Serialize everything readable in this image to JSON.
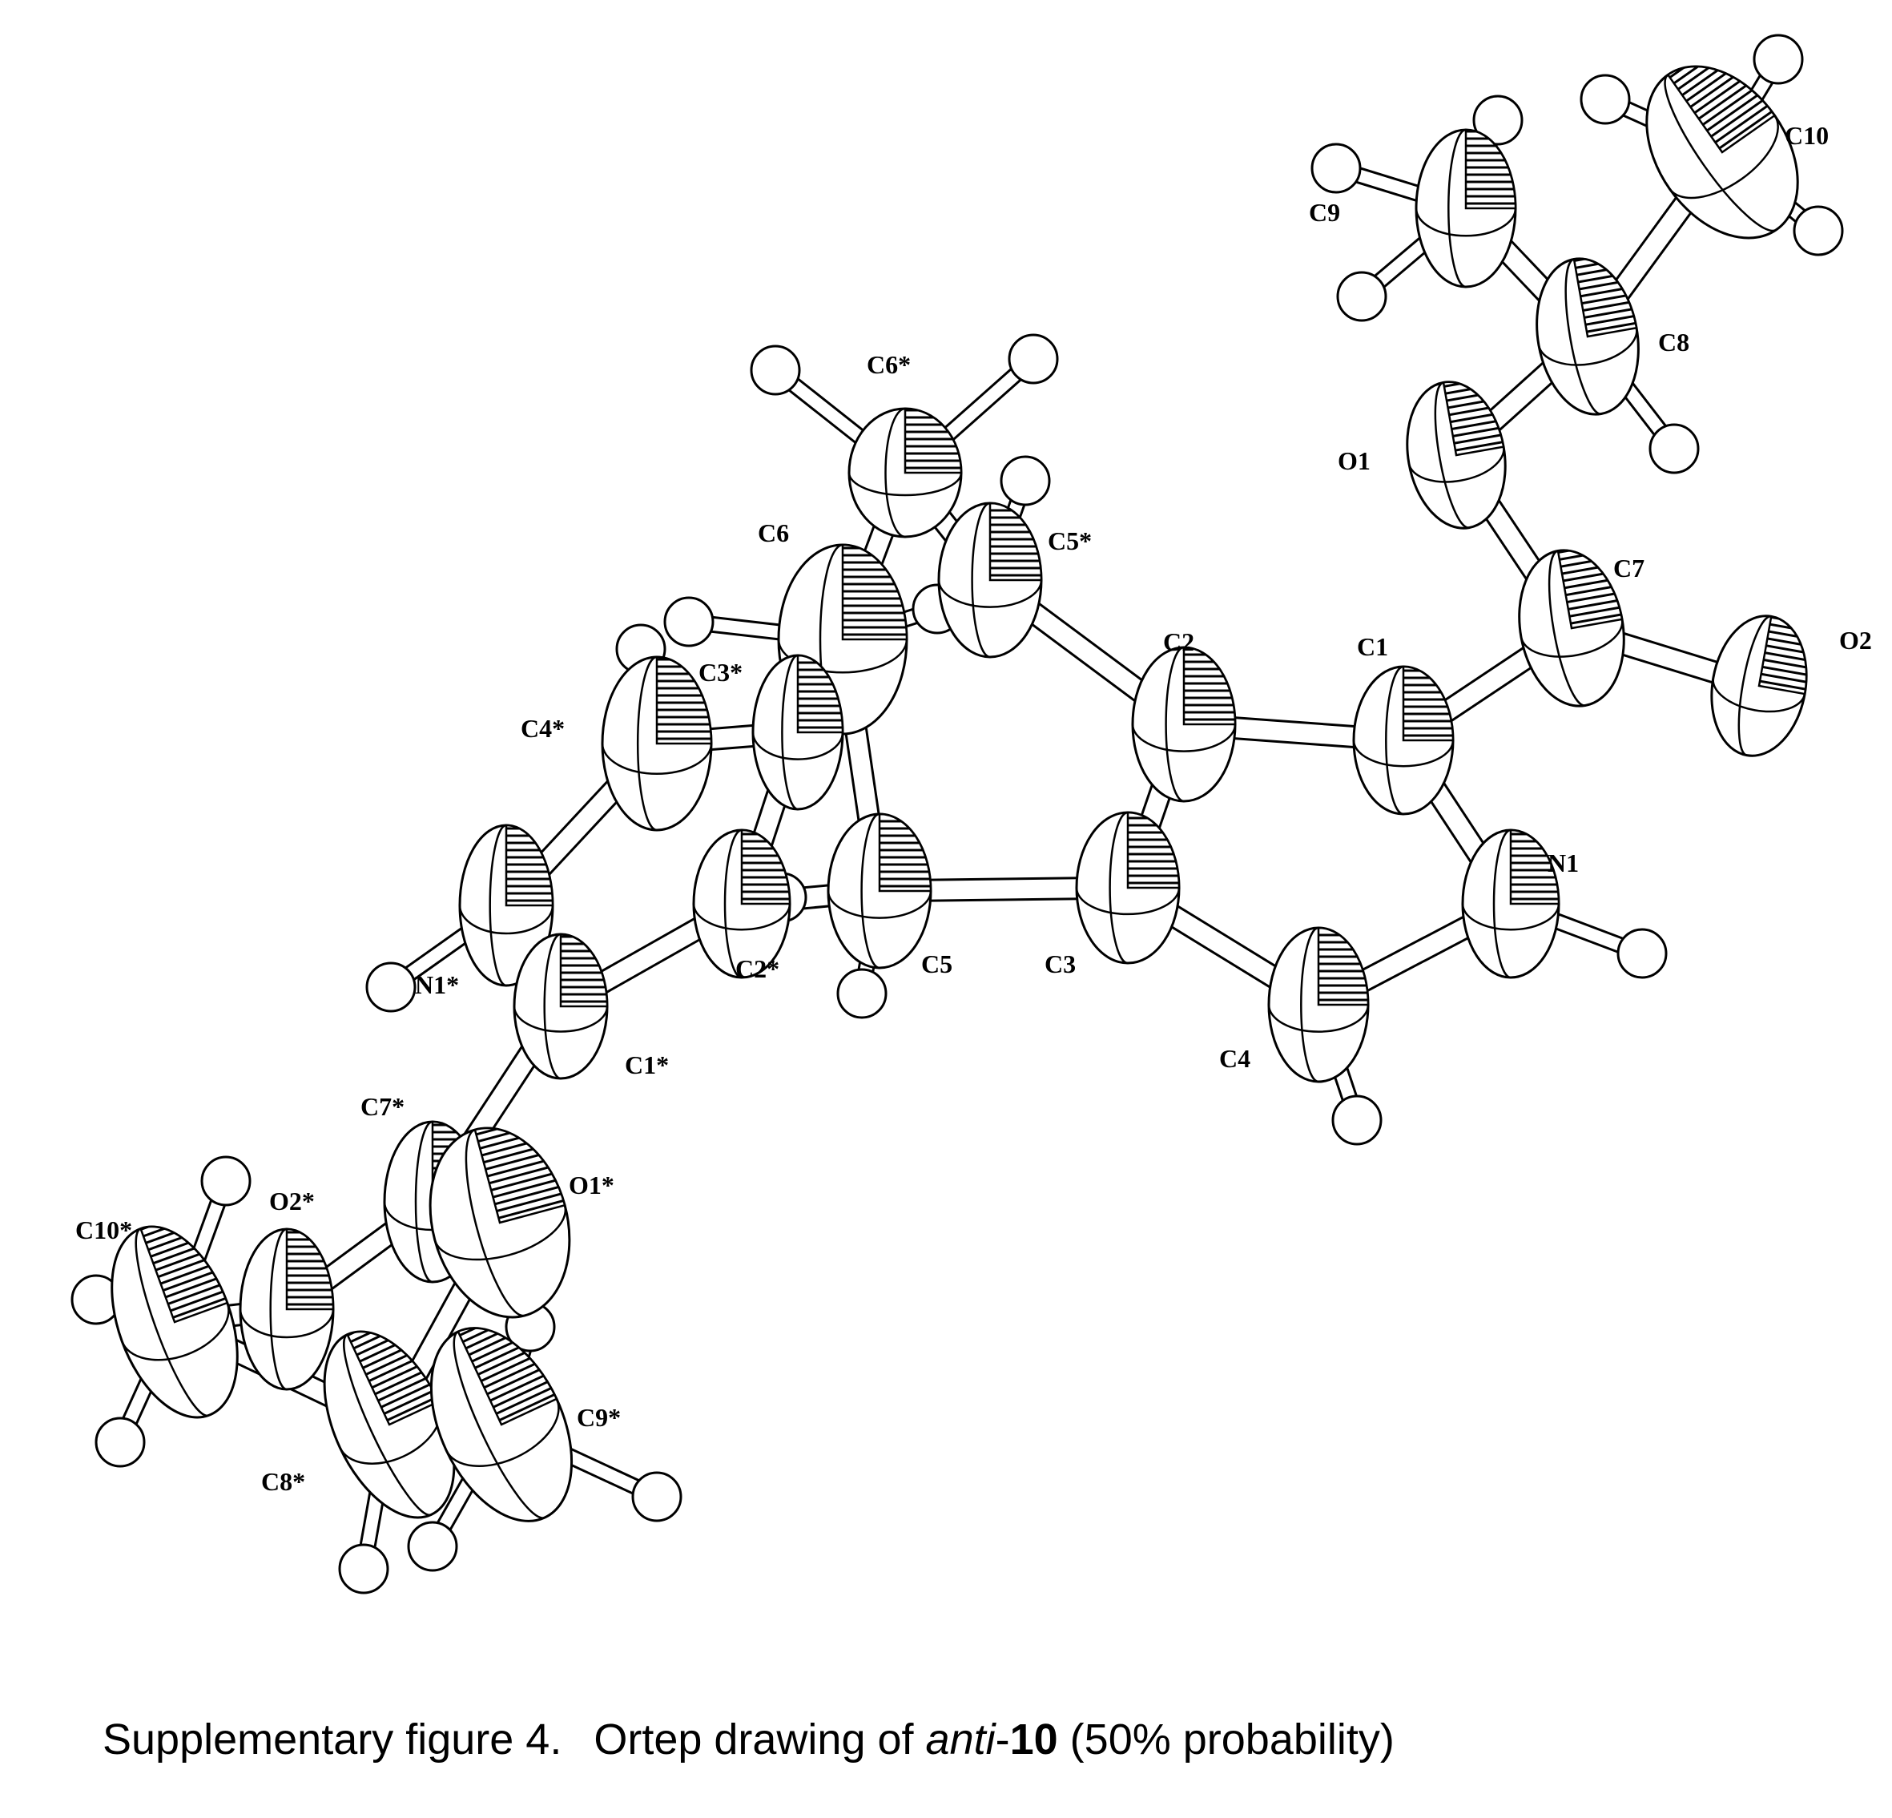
{
  "caption": {
    "prefix": "Supplementary figure 4.",
    "text1": "Ortep drawing of ",
    "italic": "anti",
    "dash": "-",
    "number": "10",
    "suffix": " (50% probability)"
  },
  "atoms": [
    {
      "id": "C10",
      "label": "C10"
    },
    {
      "id": "C9",
      "label": "C9"
    },
    {
      "id": "C8",
      "label": "C8"
    },
    {
      "id": "O1",
      "label": "O1"
    },
    {
      "id": "C7",
      "label": "C7"
    },
    {
      "id": "O2",
      "label": "O2"
    },
    {
      "id": "C1",
      "label": "C1"
    },
    {
      "id": "C2",
      "label": "C2"
    },
    {
      "id": "N1",
      "label": "N1"
    },
    {
      "id": "C3",
      "label": "C3"
    },
    {
      "id": "C4",
      "label": "C4"
    },
    {
      "id": "C5",
      "label": "C5"
    },
    {
      "id": "C6",
      "label": "C6"
    },
    {
      "id": "C6s",
      "label": "C6*"
    },
    {
      "id": "C5s",
      "label": "C5*"
    },
    {
      "id": "C3s",
      "label": "C3*"
    },
    {
      "id": "C4s",
      "label": "C4*"
    },
    {
      "id": "C2s",
      "label": "C2*"
    },
    {
      "id": "N1s",
      "label": "N1*"
    },
    {
      "id": "C1s",
      "label": "C1*"
    },
    {
      "id": "C7s",
      "label": "C7*"
    },
    {
      "id": "O1s",
      "label": "O1*"
    },
    {
      "id": "O2s",
      "label": "O2*"
    },
    {
      "id": "C10s",
      "label": "C10*"
    },
    {
      "id": "C8s",
      "label": "C8*"
    },
    {
      "id": "C9s",
      "label": "C9*"
    }
  ]
}
